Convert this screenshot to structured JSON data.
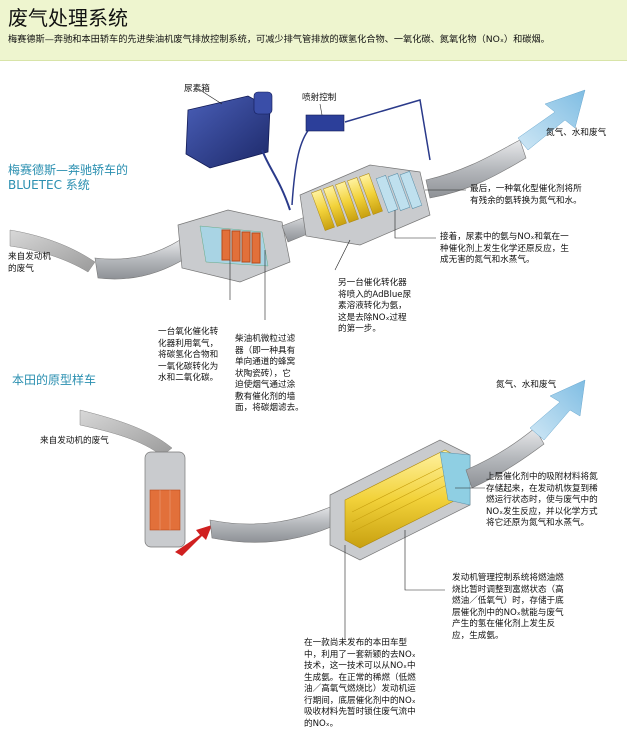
{
  "header": {
    "title": "废气处理系统",
    "subtitle": "梅赛德斯—奔驰和本田轿车的先进柴油机废气排放控制系统，可减少排气管排放的碳氢化合物、一氧化碳、氮氧化物（NOₓ）和碳烟。"
  },
  "sections": {
    "mercedes": "梅赛德斯—奔驰轿车的\nBLUETEC 系统",
    "honda": "本田的原型样车"
  },
  "labels": {
    "urea_tank": "尿素箱",
    "injection_control": "喷射控制",
    "exhaust_out_top": "氮气、水和废气",
    "exhaust_in_top": "来自发动机\n的废气",
    "final_catalyst": "最后，一种氧化型催化剂将所\n有残余的氨转换为氮气和水。",
    "scr_reaction": "接着，尿素中的氨与NOₓ和氧在一\n种催化剂上发生化学还原反应，生\n成无害的氮气和水蒸气。",
    "adblue": "另一台催化转化器\n将喷入的AdBlue尿\n素溶液转化为氨，\n这是去除NOₓ过程\n的第一步。",
    "oxidation_cat": "一台氧化催化转\n化器利用氧气，\n将碳氢化合物和\n一氧化碳转化为\n水和二氧化碳。",
    "dpf": "柴油机微粒过滤\n器（即一种具有\n单向通道的蜂窝\n状陶瓷砖），它\n迫使烟气通过涂\n敷有催化剂的墙\n面，将碳烟滤去。",
    "exhaust_out_bottom": "氮气、水和废气",
    "exhaust_in_bottom": "来自发动机的废气",
    "upper_layer": "上层催化剂中的吸附材料将氮\n存储起来，在发动机恢复到稀\n燃运行状态时，使与废气中的\nNOₓ发生反应，并以化学方式\n将它还原为氮气和水蒸气。",
    "engine_mgmt": "发动机管理控制系统将燃油燃\n烧比暂时调整到富燃状态（高\n燃油／低氧气）时，存储于底\n层催化剂中的NOₓ就能与废气\n产生的氢在催化剂上发生反\n应，生成氨。",
    "honda_desc": "在一款尚未发布的本田车型\n中，利用了一套新颖的去NOₓ\n技术，这一技术可以从NOₓ中\n生成氨。在正常的稀燃（低燃\n油／高氧气燃烧比）发动机运\n行期间，底层催化剂中的NOₓ\n吸收材料先暂时锁住废气流中\n的NOₓ。"
  },
  "colors": {
    "header_bg": "#eef5cf",
    "section_blue": "#2a8fb0",
    "pipe": "#b9bcc0",
    "tank": "#2a3a8a",
    "arrow_blue": "#8ec5e6",
    "honeycomb_yellow": "#f2d23a",
    "filter_orange": "#e2703a"
  }
}
